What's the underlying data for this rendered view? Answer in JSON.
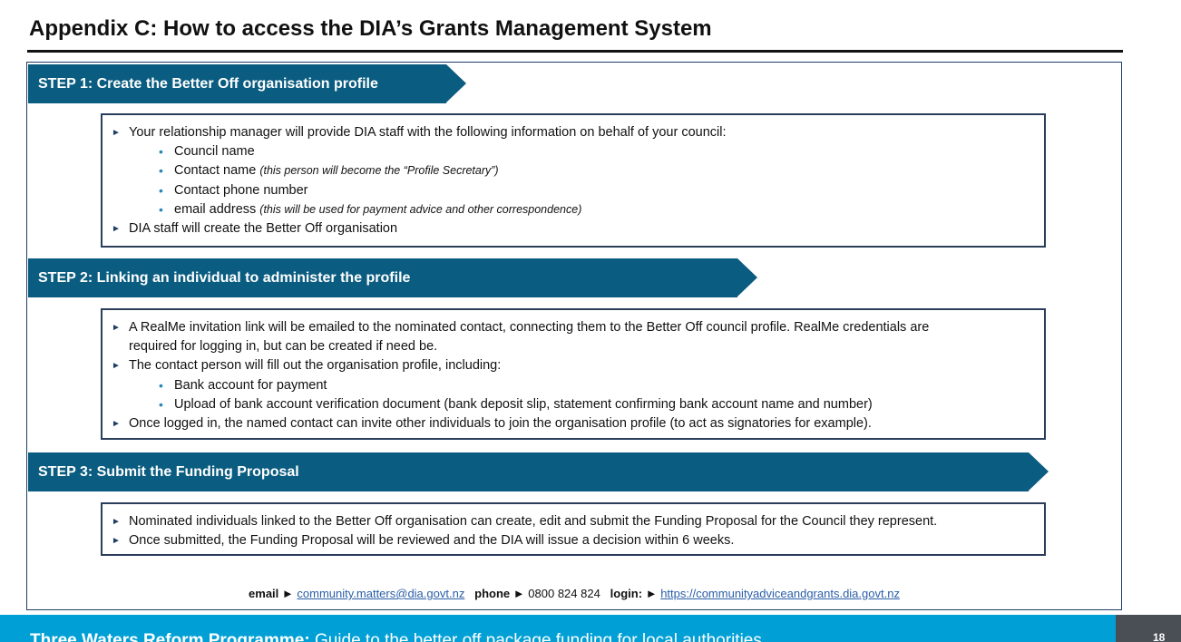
{
  "title": "Appendix C: How to access the DIA’s Grants Management System",
  "steps": [
    {
      "banner": "STEP 1: Create the Better Off organisation profile",
      "lines": {
        "a": "Your relationship manager will provide DIA staff with the following information on behalf of your council:",
        "b": "Council name",
        "c": "Contact name",
        "c_note": "(this person will become the “Profile Secretary”)",
        "d": "Contact phone number",
        "e": "email address",
        "e_note": "(this will be used for payment advice and other correspondence)",
        "f": "DIA staff will create the Better Off organisation"
      }
    },
    {
      "banner": "STEP 2: Linking an individual to administer the profile",
      "lines": {
        "a": "A RealMe invitation link will be emailed to the nominated contact, connecting them to the Better Off council profile.  RealMe credentials are",
        "a2": "required for logging in, but can be created if need be.",
        "b": "The contact person will fill out the organisation profile, including:",
        "c": "Bank account for payment",
        "d": "Upload of bank account verification document (bank deposit slip, statement confirming bank account name and number)",
        "e": "Once logged in, the named contact can invite other individuals to join the organisation profile (to act as signatories for example)."
      }
    },
    {
      "banner": "STEP 3: Submit the Funding Proposal",
      "lines": {
        "a": "Nominated individuals linked to the Better Off organisation can create, edit and submit the Funding Proposal for the Council they represent.",
        "b": "Once submitted, the Funding Proposal will be reviewed and the DIA will issue a decision within 6 weeks."
      }
    }
  ],
  "contact": {
    "email_label": "email",
    "email": "community.matters@dia.govt.nz",
    "phone_label": "phone",
    "phone": "0800 824 824",
    "login_label": "login:",
    "login_url": "https://communityadviceandgrants.dia.govt.nz",
    "marker": "►"
  },
  "footer": {
    "programme": "Three Waters Reform Programme:",
    "subtitle": "Guide to the better off package funding for local authorities",
    "page_number": "18"
  },
  "icons": {
    "level1_bullet": "►",
    "level2_bullet": "•"
  },
  "colors": {
    "banner": "#0a5c80",
    "footer": "#00a0d6",
    "link": "#2a5ea8"
  }
}
